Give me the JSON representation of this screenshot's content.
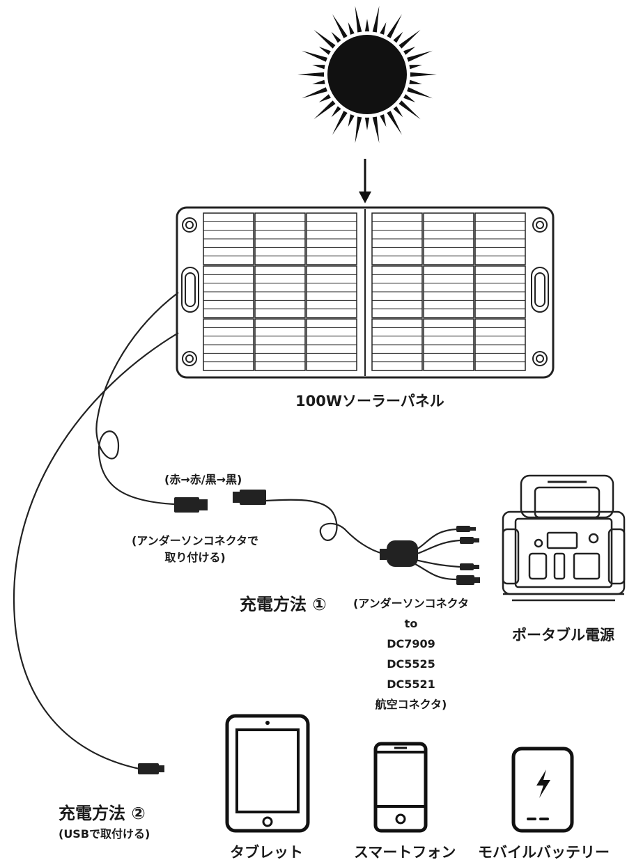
{
  "panel_label": "100Wソーラーパネル",
  "polarity_note": "(赤→赤/黒→黒)",
  "anderson_note_line1": "(アンダーソンコネクタで",
  "anderson_note_line2": "取り付ける)",
  "method1": {
    "title": "充電方法 ①"
  },
  "adapter_note": {
    "line1": "(アンダーソンコネクタ",
    "line2": "to",
    "line3": "DC7909",
    "line4": "DC5525",
    "line5": "DC5521",
    "line6": "航空コネクタ)"
  },
  "power_station_label": "ポータブル電源",
  "method2": {
    "title": "充電方法 ②",
    "note": "(USBで取付ける)"
  },
  "devices": {
    "tablet": "タブレット",
    "smartphone": "スマートフォン",
    "mobile_battery": "モバイルバッテリー"
  }
}
